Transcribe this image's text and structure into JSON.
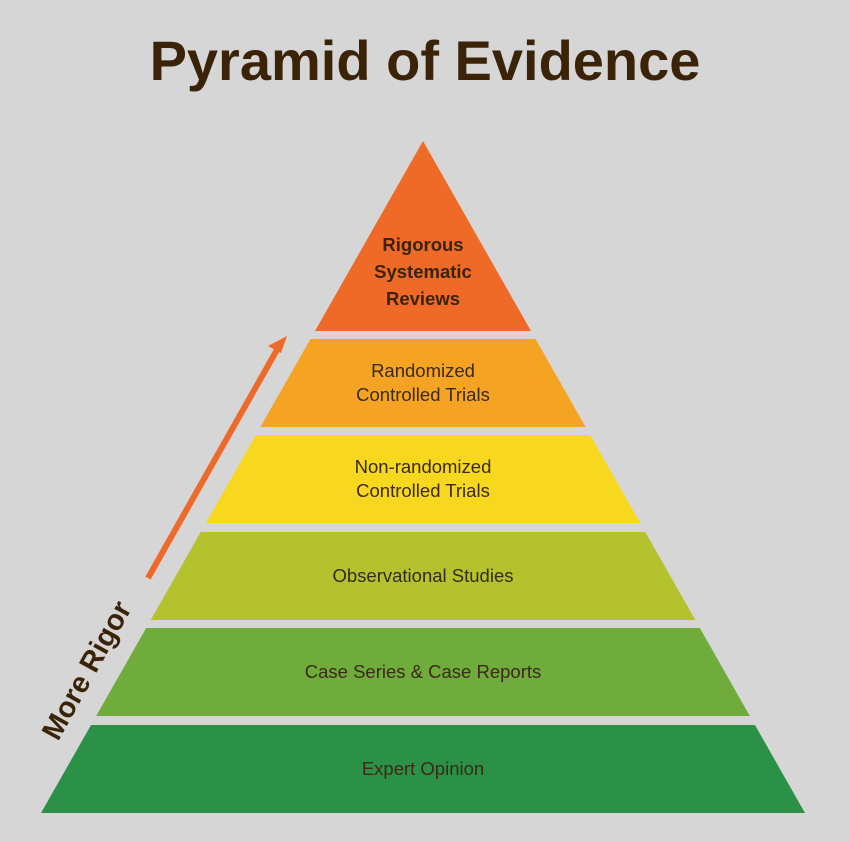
{
  "title": "Pyramid of Evidence",
  "rigor_label": "More Rigor",
  "colors": {
    "background": "#d6d6d6",
    "title": "#3b2308",
    "arrow": "#ee6a2a",
    "rigor_label": "#3b2308"
  },
  "tiers": [
    {
      "lines": [
        "Rigorous",
        "Systematic",
        "Reviews"
      ],
      "color": "#ef6a26",
      "bold": true
    },
    {
      "lines": [
        "Randomized",
        "Controlled Trials"
      ],
      "color": "#f5a322",
      "bold": false
    },
    {
      "lines": [
        "Non-randomized",
        "Controlled Trials"
      ],
      "color": "#f7d81e",
      "bold": false
    },
    {
      "lines": [
        "Observational Studies"
      ],
      "color": "#b4c22d",
      "bold": false
    },
    {
      "lines": [
        "Case Series & Case Reports"
      ],
      "color": "#6fac3c",
      "bold": false
    },
    {
      "lines": [
        "Expert Opinion"
      ],
      "color": "#2b9147",
      "bold": false
    }
  ]
}
